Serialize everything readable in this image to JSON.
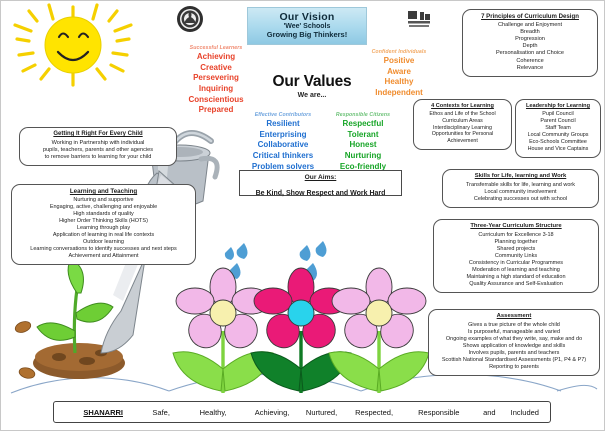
{
  "vision": {
    "title": "Our Vision",
    "line1": "'Wee' Schools",
    "line2": "Growing Big Thinkers!"
  },
  "values": {
    "title": "Our Values",
    "subtitle": "We are...",
    "groups": [
      {
        "label": "Successful Learners",
        "color": "#e8422a",
        "items": [
          "Achieving",
          "Creative",
          "Persevering",
          "Inquiring",
          "Conscientious",
          "Prepared"
        ]
      },
      {
        "label": "Confident Individuals",
        "color": "#f08c2e",
        "items": [
          "Positive",
          "Aware",
          "Healthy",
          "Independent"
        ]
      },
      {
        "label": "Effective Contributors",
        "color": "#1f6fd0",
        "items": [
          "Resilient",
          "Enterprising",
          "Collaborative",
          "Critical thinkers",
          "Problem solvers"
        ]
      },
      {
        "label": "Responsible Citizens",
        "color": "#17a527",
        "items": [
          "Respectful",
          "Tolerant",
          "Honest",
          "Nurturing",
          "Eco-friendly"
        ]
      }
    ]
  },
  "aims": {
    "title": "Our Aims:",
    "text": "Be Kind, Show Respect and Work Hard"
  },
  "boxes": {
    "girfec": {
      "title": "Getting It Right For Every Child",
      "lines": [
        "Working in Partnership with individual",
        "pupils, teachers, parents and other agencies",
        "to remove barriers to learning for your child"
      ]
    },
    "learning_teaching": {
      "title": "Learning and Teaching",
      "lines": [
        "Nurturing and supportive",
        "Engaging, active, challenging and enjoyable",
        "High standards of quality",
        "Higher Order Thinking Skills (HOTS)",
        "Learning through play",
        "Application of learning in real life contexts",
        "Outdoor learning",
        "Learning conversations to identify successes and next steps",
        "Achievement and Attainment"
      ]
    },
    "principles": {
      "title": "7 Principles of Curriculum Design",
      "lines": [
        "Challenge and Enjoyment",
        "Breadth",
        "Progression",
        "Depth",
        "Personalisation and Choice",
        "Coherence",
        "Relevance"
      ]
    },
    "contexts": {
      "title": "4 Contexts for Learning",
      "lines": [
        "Ethos and Life of the School",
        "Curriculum Areas",
        "Interdisciplinary Learning",
        "Opportunities for Personal",
        "Achievement"
      ]
    },
    "leadership": {
      "title": "Leadership for Learning",
      "lines": [
        "Pupil Council",
        "Parent Council",
        "Staff Team",
        "Local Community Groups",
        "Eco-Schools Committee",
        "House and Vice Captains"
      ]
    },
    "skills": {
      "title": "Skills for Life, learning and Work",
      "lines": [
        "Transferrable skills for life, learning and work",
        "Local community involvement",
        "Celebrating successes out with school"
      ]
    },
    "structure": {
      "title": "Three-Year Curriculum Structure",
      "lines": [
        "Curriculum for Excellence 3-18",
        "Planning together",
        "Shared projects",
        "Community Links",
        "Consistency in Curricular Programmes",
        "Moderation of learning and teaching",
        "Maintaining a high standard of education",
        "Quality Assurance and Self-Evaluation"
      ]
    },
    "assessment": {
      "title": "Assessment",
      "lines": [
        "Gives a true picture of the whole child",
        "Is purposeful, manageable and varied",
        "Ongoing examples of what they write, say, make and do",
        "Shows application of knowledge and skills",
        "Involves pupils, parents and teachers",
        "Scottish National Standardised Assessments (P1, P4 & P7)",
        "Reporting to parents"
      ]
    }
  },
  "shanarri": {
    "lead": "SHANARRI",
    "words": [
      "Safe,",
      "Healthy,",
      "Achieving,",
      "Nurtured,",
      "Respected,",
      "Responsible",
      "and",
      "Included"
    ]
  },
  "decor": {
    "sun": "sun-graphic",
    "watering_can": "watering-can-graphic",
    "flowers": [
      {
        "name": "flower-left",
        "petal": "#f2b8e8",
        "center": "#f7f0ae",
        "leaf": "#8ade4a"
      },
      {
        "name": "flower-middle",
        "petal": "#ea1a77",
        "center": "#29d3ec",
        "leaf": "#0f7a24"
      },
      {
        "name": "flower-right",
        "petal": "#f2b8e8",
        "center": "#f7f0ae",
        "leaf": "#8ade4a"
      }
    ],
    "seedling": "seedling-graphic",
    "trowel": "trowel-graphic",
    "water_drops": "water-drops-graphic",
    "logos": [
      "school-crest-logo",
      "council-emblem-logo"
    ],
    "ground_line": "#8aa6c8"
  }
}
